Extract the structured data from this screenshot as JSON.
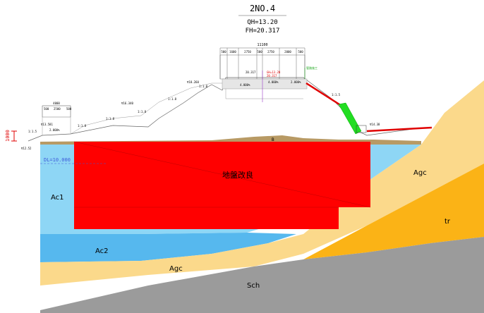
{
  "header": {
    "section_id": "2NO.4",
    "qh": "QH=13.20",
    "fh": "FH=20.317"
  },
  "strata": {
    "ac1": "Ac1",
    "ac2": "Ac2",
    "agc_left": "Agc",
    "agc_right": "Agc",
    "tr": "tr",
    "sch": "Sch"
  },
  "improvement_label": "地盤改良",
  "dl_label": "DL=10.000",
  "left_elev": "1000",
  "small_marker": "B",
  "dims": {
    "total_width": "11100",
    "seg_1": "500",
    "seg_2": "1600",
    "seg_3": "2750",
    "seg_4": "500",
    "seg_5": "2750",
    "seg_6": "2000",
    "seg_7": "500",
    "left_berm_width": "4000",
    "left_sub_1": "500",
    "left_sub_2": "2500",
    "left_sub_3": "500"
  },
  "slopes": {
    "s1": "1:1.5",
    "s2": "1:1.8",
    "s3": "1:1.8",
    "s4": "1:1.8",
    "s5": "1:1.8",
    "s6": "1:1.8",
    "s7": "1:1.5"
  },
  "elevations": {
    "e1": "∇13.581",
    "e2": "∇16.340",
    "e3": "∇18.260",
    "e4": "20.317",
    "e5": "∇14.38",
    "e6": "∇12.52"
  },
  "grades": {
    "g1": "2.000%",
    "g2": "4.000%",
    "g3": "4.000%",
    "g4": "2.000%"
  },
  "design_marks": {
    "red_1": "GH=13.20",
    "red_2": "20.317",
    "green_note": "管路施工"
  },
  "colors": {
    "improvement": "#ff0000",
    "water_light": "#8ed6f5",
    "water_deep": "#56b8ee",
    "agc": "#fbd98b",
    "tr": "#fbb316",
    "sch": "#9b9b9b",
    "ground_surface": "#b89a64",
    "drain_green": "#22dd22"
  }
}
